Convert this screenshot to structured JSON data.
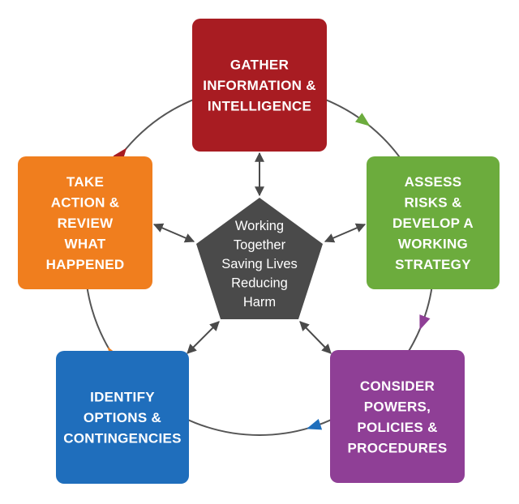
{
  "center": {
    "lines": [
      "Working",
      "Together",
      "Saving Lives",
      "Reducing",
      "Harm"
    ],
    "color": "#4a4a4a"
  },
  "steps": [
    {
      "id": "gather",
      "lines": [
        "GATHER",
        "INFORMATION &",
        "INTELLIGENCE"
      ],
      "color": "#a81c22"
    },
    {
      "id": "assess",
      "lines": [
        "ASSESS",
        "RISKS &",
        "DEVELOP A",
        "WORKING",
        "STRATEGY"
      ],
      "color": "#6cac3d"
    },
    {
      "id": "consider",
      "lines": [
        "CONSIDER",
        "POWERS,",
        "POLICIES &",
        "PROCEDURES"
      ],
      "color": "#8f3f96"
    },
    {
      "id": "identify",
      "lines": [
        "IDENTIFY",
        "OPTIONS &",
        "CONTINGENCIES"
      ],
      "color": "#1f6ebc"
    },
    {
      "id": "take-action",
      "lines": [
        "TAKE",
        "ACTION &",
        "REVIEW",
        "WHAT",
        "HAPPENED"
      ],
      "color": "#f07e1e"
    }
  ],
  "colors": {
    "cycle_line": "#555555",
    "connector": "#4a4a4a"
  }
}
